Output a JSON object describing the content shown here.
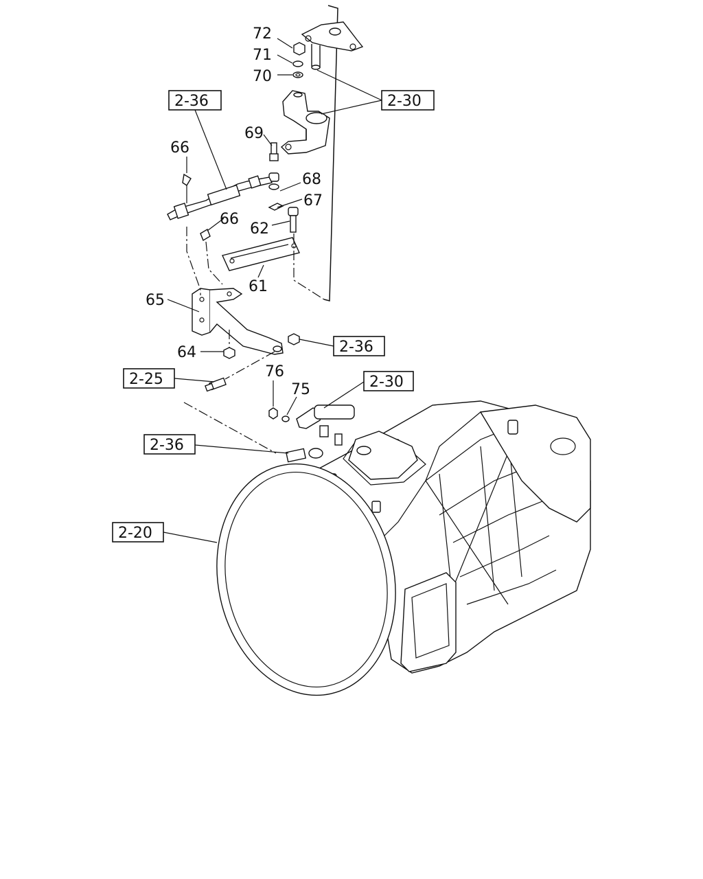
{
  "part_numbers": {
    "p72": "72",
    "p71": "71",
    "p70": "70",
    "p69": "69",
    "p68": "68",
    "p67": "67",
    "p66a": "66",
    "p66b": "66",
    "p62": "62",
    "p61": "61",
    "p65": "65",
    "p64": "64",
    "p76": "76",
    "p75": "75"
  },
  "references": {
    "r_236_top": "2-36",
    "r_230_top": "2-30",
    "r_236_mid": "2-36",
    "r_225": "2-25",
    "r_230_mid": "2-30",
    "r_236_low": "2-36",
    "r_220": "2-20"
  }
}
